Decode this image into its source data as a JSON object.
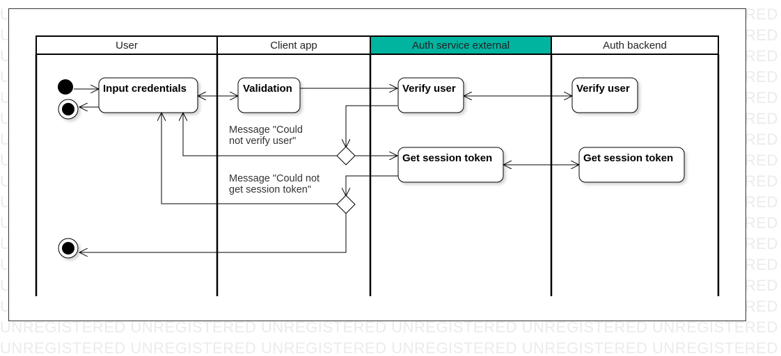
{
  "watermark": {
    "text": "UNREGISTERED"
  },
  "colors": {
    "auth_service_header": "#00b4a0",
    "line": "#000000",
    "node_fill": "#ffffff"
  },
  "lanes": [
    {
      "label": "User"
    },
    {
      "label": "Client app"
    },
    {
      "label": "Auth service external",
      "highlighted": true
    },
    {
      "label": "Auth backend"
    }
  ],
  "nodes": {
    "input_credentials": "Input credentials",
    "validation": "Validation",
    "verify_user_external": "Verify user",
    "verify_user_backend": "Verify user",
    "get_session_token_external": "Get session token",
    "get_session_token_backend": "Get session token"
  },
  "messages": {
    "could_not_verify": [
      "Message \"Could",
      "not verify user\""
    ],
    "could_not_get_token": [
      "Message \"Could not",
      "get session token\""
    ]
  }
}
